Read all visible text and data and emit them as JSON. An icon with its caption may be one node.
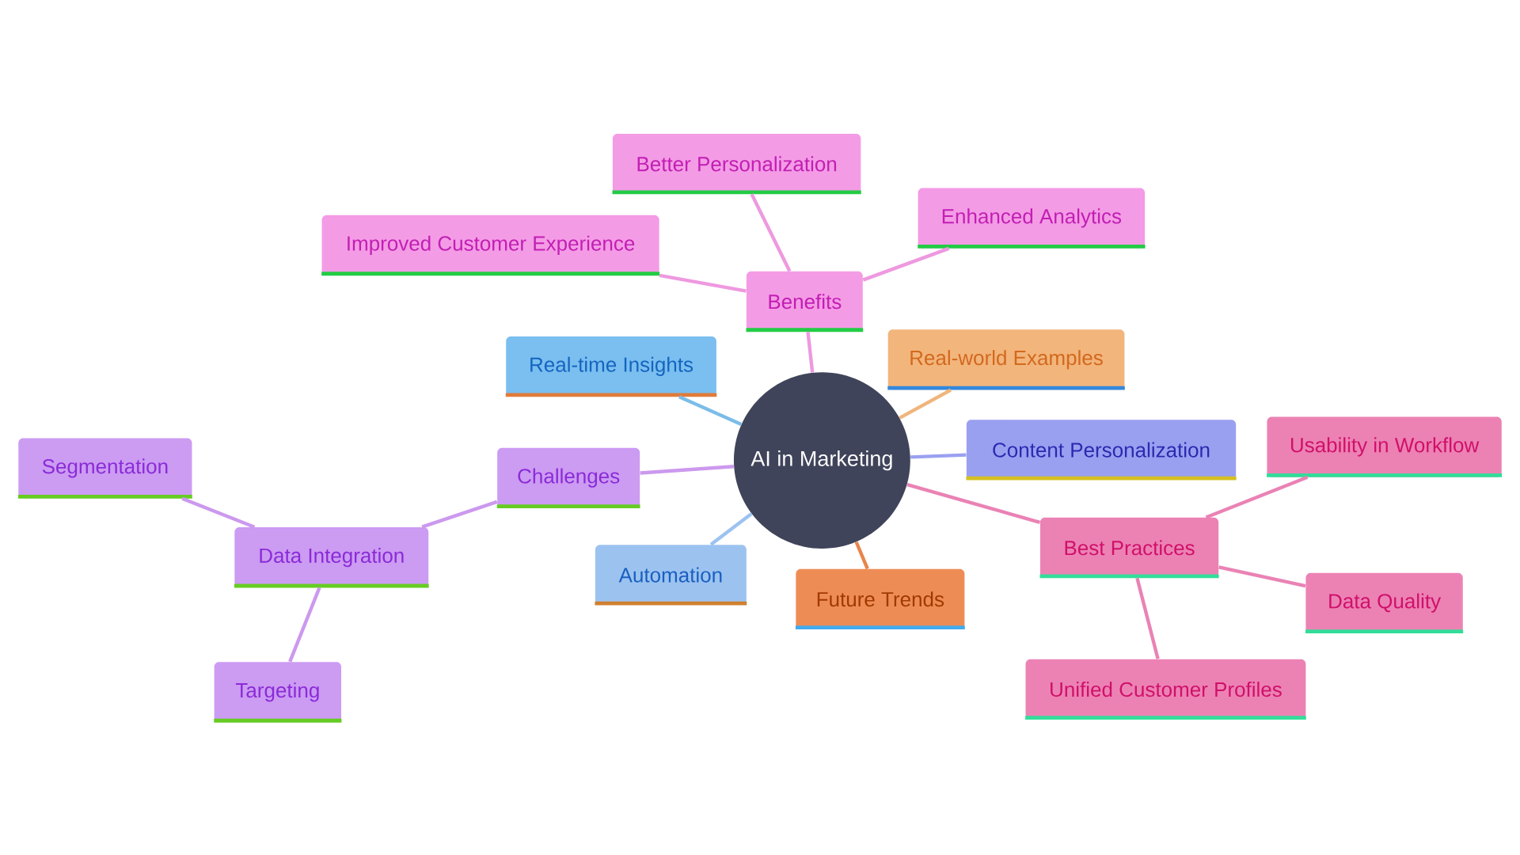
{
  "diagram": {
    "nodes": [
      {
        "text": [
          "AI in Marketing"
        ]
      },
      {
        "text": [
          "Benefits"
        ]
      },
      {
        "text": [
          "Better Personalization"
        ]
      },
      {
        "text": [
          "Improved Customer Experience"
        ]
      },
      {
        "text": [
          "Enhanced Analytics"
        ]
      },
      {
        "text": [
          "Real-time Insights"
        ]
      },
      {
        "text": [
          "Real-world Examples"
        ]
      },
      {
        "text": [
          "Challenges"
        ]
      },
      {
        "text": [
          "Data Integration"
        ]
      },
      {
        "text": [
          "Segmentation"
        ]
      },
      {
        "text": [
          "Targeting"
        ]
      },
      {
        "text": [
          "Content Personalization"
        ]
      },
      {
        "text": [
          "Automation"
        ]
      },
      {
        "text": [
          "Future Trends"
        ]
      },
      {
        "text": [
          "Best Practices"
        ]
      },
      {
        "text": [
          "Usability in Workflow"
        ]
      },
      {
        "text": [
          "Data Quality"
        ]
      },
      {
        "text": [
          "Unified Customer Profiles"
        ]
      }
    ],
    "edges": [
      {
        "from": 0,
        "to": 1,
        "arrow": "none",
        "color": "#ee99e0"
      },
      {
        "from": 1,
        "to": 2,
        "arrow": "none",
        "color": "#ee99e0"
      },
      {
        "from": 1,
        "to": 3,
        "arrow": "none",
        "color": "#ee99e0"
      },
      {
        "from": 1,
        "to": 4,
        "arrow": "none",
        "color": "#ee99e0"
      },
      {
        "from": 0,
        "to": 5,
        "arrow": "none",
        "color": "#7bbde8"
      },
      {
        "from": 0,
        "to": 6,
        "arrow": "none",
        "color": "#f0b57c"
      },
      {
        "from": 0,
        "to": 7,
        "arrow": "none",
        "color": "#cc99ee"
      },
      {
        "from": 7,
        "to": 8,
        "arrow": "none",
        "color": "#cc99ee"
      },
      {
        "from": 8,
        "to": 9,
        "arrow": "none",
        "color": "#cc99ee"
      },
      {
        "from": 8,
        "to": 10,
        "arrow": "none",
        "color": "#cc99ee"
      },
      {
        "from": 0,
        "to": 11,
        "arrow": "none",
        "color": "#9aa0f0"
      },
      {
        "from": 0,
        "to": 12,
        "arrow": "none",
        "color": "#9cc3f0"
      },
      {
        "from": 0,
        "to": 13,
        "arrow": "none",
        "color": "#e8854a"
      },
      {
        "from": 0,
        "to": 14,
        "arrow": "none",
        "color": "#ea82b4"
      },
      {
        "from": 14,
        "to": 15,
        "arrow": "none",
        "color": "#ea82b4"
      },
      {
        "from": 14,
        "to": 16,
        "arrow": "none",
        "color": "#ea82b4"
      },
      {
        "from": 14,
        "to": 17,
        "arrow": "none",
        "color": "#ea82b4"
      }
    ]
  }
}
